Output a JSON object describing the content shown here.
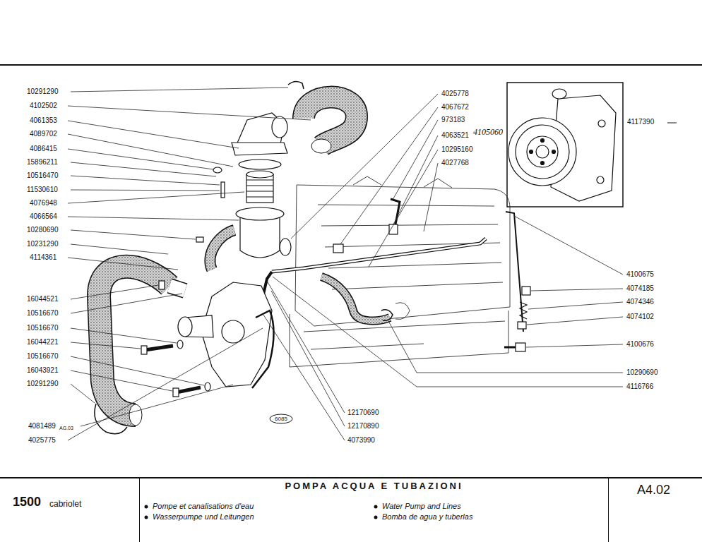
{
  "diagram": {
    "title": "POMPA ACQUA E TUBAZIONI",
    "nodes": [
      {
        "text": [
          "6085"
        ]
      },
      {
        "text": [
          "1500",
          "cabriolet"
        ]
      },
      {
        "text": [
          "Pompe et canalisations d'eau",
          "Wasserpumpe und Leitungen",
          "Water Pump and Lines",
          "Bomba de agua y tuberlas"
        ]
      },
      {
        "text": [
          "A4.02"
        ]
      }
    ],
    "edges": [],
    "labels": [
      "10291290",
      "4102502",
      "4061353",
      "4089702",
      "4086415",
      "15896211",
      "10516470",
      "11530610",
      "4076948",
      "4066564",
      "10280690",
      "10231290",
      "4114361",
      "16044521",
      "10516670",
      "10516670",
      "16044221",
      "10516670",
      "16043921",
      "10291290",
      "4081489",
      "AG.03",
      "4025775",
      "4025778",
      "4067672",
      "973183",
      "4063521",
      "4105060",
      "10295160",
      "4027768",
      "4117390",
      "4100675",
      "4074185",
      "4074346",
      "4074102",
      "4100676",
      "10290690",
      "4116766",
      "12170690",
      "12170890",
      "4073990"
    ]
  }
}
